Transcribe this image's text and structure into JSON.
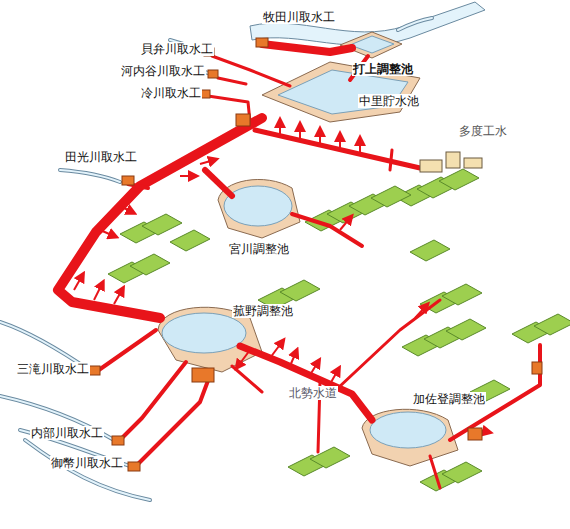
{
  "diagram": {
    "labels": [
      "牧田川取水工",
      "貝弁川取水工",
      "河内谷川取水工",
      "冷川取水工",
      "打上調整池",
      "中里貯水池",
      "多度工水",
      "田光川取水工",
      "宮川調整池",
      "菰野調整池",
      "三滝川取水工",
      "内部川取水工",
      "御幣川取水工",
      "北勢水道",
      "加佐登調整池"
    ]
  }
}
